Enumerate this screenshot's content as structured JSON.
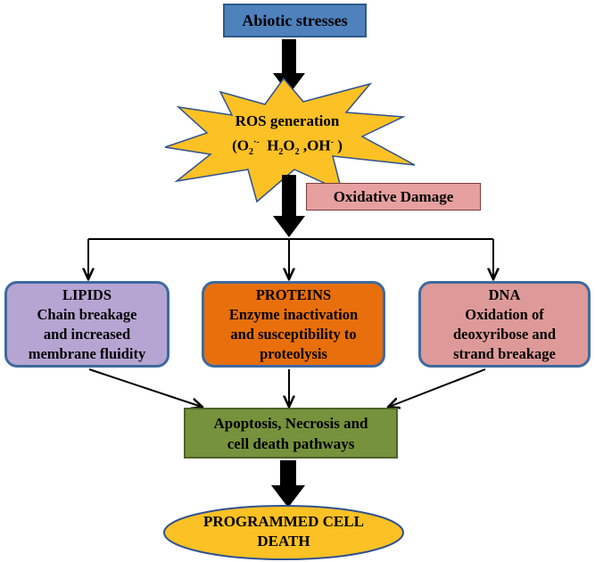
{
  "nodes": {
    "abiotic": {
      "label": "Abiotic stresses"
    },
    "ros": {
      "title": "ROS generation",
      "formula": {
        "open": "(O",
        "o_sub": "2",
        "o_sup": "·-",
        "h2o2_h": "H",
        "h2o2_sub1": "2",
        "h2o2_o": "O",
        "h2o2_sub2": "2",
        "oh": ",OH",
        "oh_sup": "-",
        "close": ")"
      }
    },
    "oxidative": {
      "label": "Oxidative Damage"
    },
    "lipids": {
      "lines": [
        "LIPIDS",
        "Chain  breakage",
        "and increased",
        "membrane fluidity"
      ]
    },
    "proteins": {
      "lines": [
        "PROTEINS",
        "Enzyme inactivation",
        "and  susceptibility to",
        "proteolysis"
      ]
    },
    "dna": {
      "lines": [
        "DNA",
        "Oxidation of",
        "deoxyribose and",
        "strand breakage"
      ]
    },
    "apoptosis": {
      "lines": [
        "Apoptosis, Necrosis  and",
        "cell death pathways"
      ]
    },
    "pcd": {
      "lines": [
        "PROGRAMMED CELL",
        "DEATH"
      ]
    }
  },
  "colors": {
    "abiotic_fill": "#4f81bd",
    "starburst_fill": "#fcc125",
    "starburst_stroke": "#2f528f",
    "oxidative_fill": "#e6a0a0",
    "lipids_fill": "#b6a5d2",
    "proteins_fill": "#e86f0c",
    "dna_fill": "#de9a99",
    "apoptosis_fill": "#76923c",
    "pcd_fill": "#fcc125",
    "box_border": "#3e6a9e",
    "arrow": "#000000"
  }
}
